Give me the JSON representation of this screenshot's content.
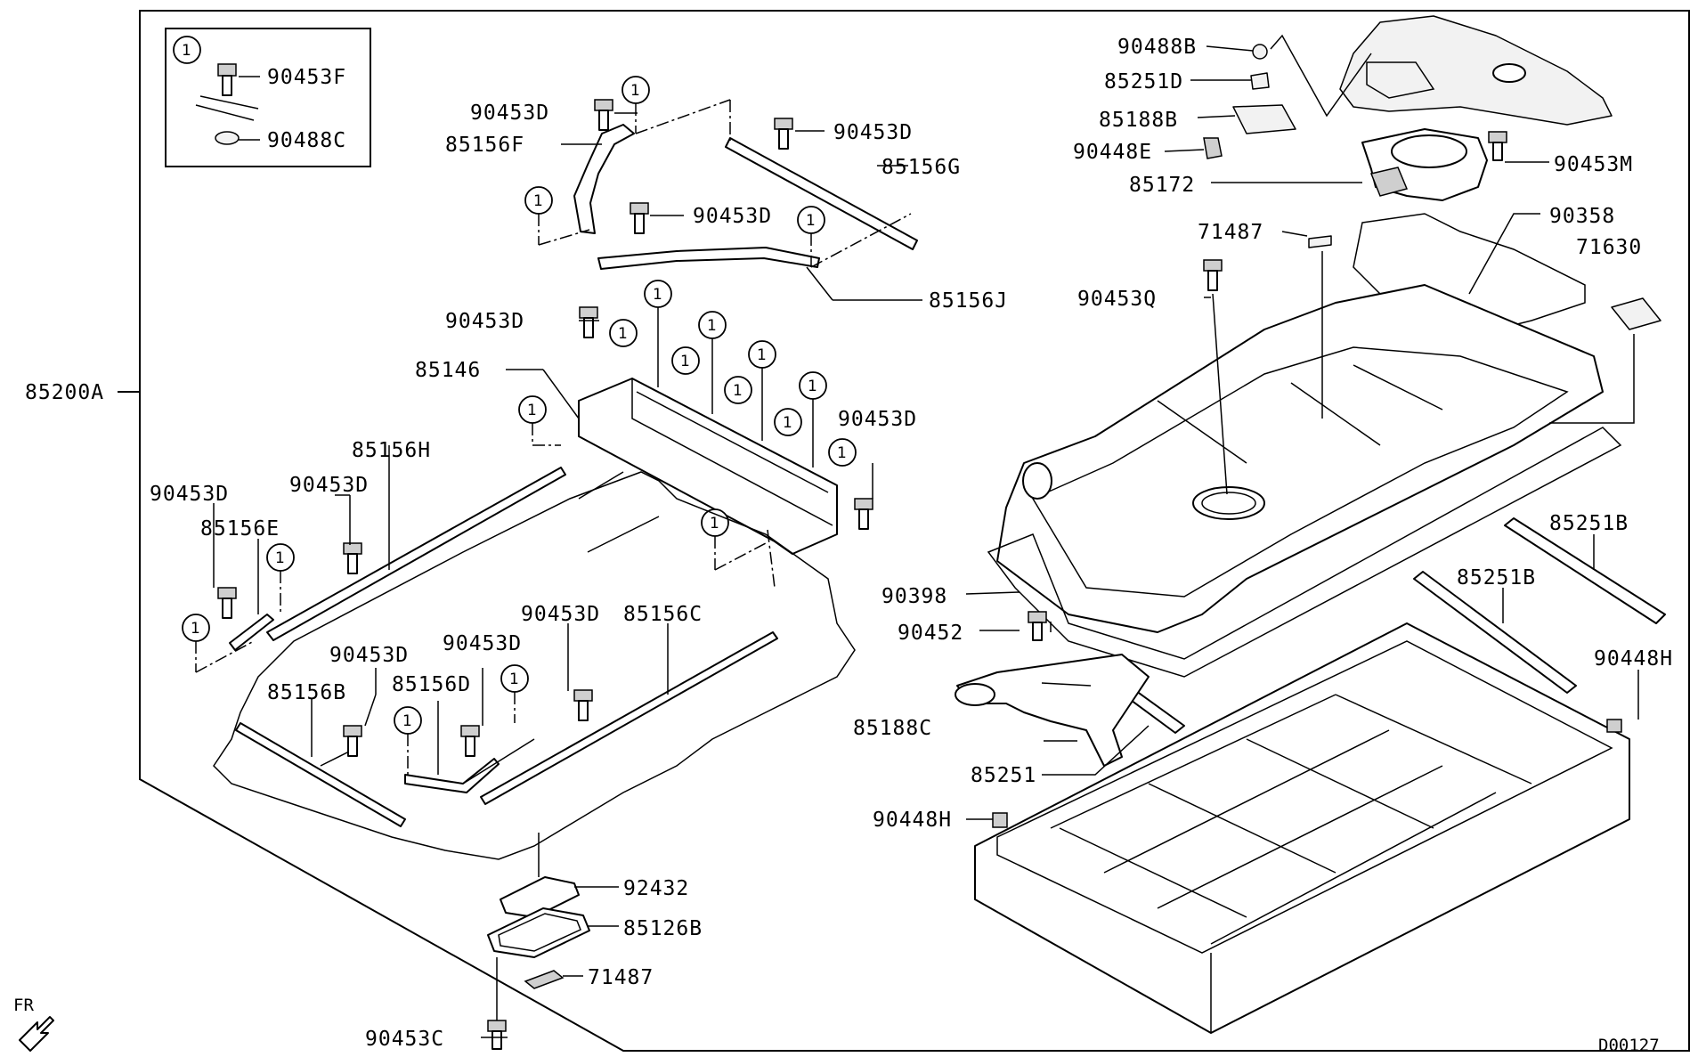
{
  "diagram": {
    "main_assembly_label": "85200A",
    "drawing_code": "D00127",
    "front_indicator": "FR",
    "callout_number": "1",
    "parts": {
      "p90453F": "90453F",
      "p90488C": "90488C",
      "p90453D_a": "90453D",
      "p85156F": "85156F",
      "p90453D_b": "90453D",
      "p85156G": "85156G",
      "p90453D_c": "90453D",
      "p85156J": "85156J",
      "p90453D_d": "90453D",
      "p85146": "85146",
      "p90453D_e": "90453D",
      "p85156H": "85156H",
      "p90453D_f": "90453D",
      "p90453D_g": "90453D",
      "p85156E": "85156E",
      "p90453D_h": "90453D",
      "p85156C": "85156C",
      "p90453D_i": "90453D",
      "p90453D_j": "90453D",
      "p85156B": "85156B",
      "p85156D": "85156D",
      "p92432": "92432",
      "p85126B": "85126B",
      "p71487_a": "71487",
      "p90453C": "90453C",
      "p90488B": "90488B",
      "p85251D": "85251D",
      "p85188B": "85188B",
      "p90448E": "90448E",
      "p85172": "85172",
      "p90453M": "90453M",
      "p90358": "90358",
      "p71487_b": "71487",
      "p71630": "71630",
      "p90453Q": "90453Q",
      "p85251B_a": "85251B",
      "p85251B_b": "85251B",
      "p90398": "90398",
      "p90452": "90452",
      "p90448H_a": "90448H",
      "p85188C": "85188C",
      "p85251": "85251",
      "p90448H_b": "90448H"
    }
  }
}
